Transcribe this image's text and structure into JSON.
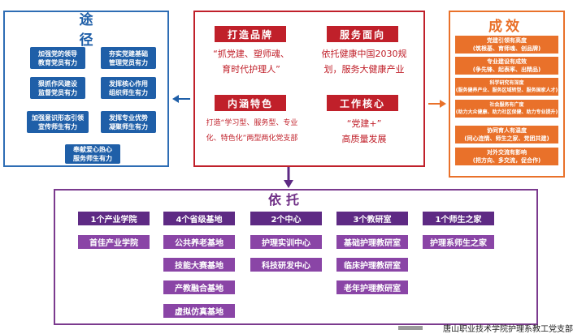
{
  "left": {
    "title": "途径",
    "items": [
      "加强党的领导\n教育党员有力",
      "夯实党建基础\n管理党员有力",
      "狠抓作风建设\n监督党员有力",
      "发挥核心作用\n组织师生有力",
      "加强意识形态引领\n宣传师生有力",
      "发挥专业优势\n凝聚师生有力",
      "奉献爱心热心\n服务师生有力"
    ]
  },
  "center": {
    "blocks": [
      {
        "title": "打造品牌",
        "text": "“抓党建、塑师魂、\n育时代护理人”"
      },
      {
        "title": "服务面向",
        "text": "依托健康中国2030规\n划，服务大健康产业"
      },
      {
        "title": "内涵特色",
        "text": "打造“学习型、服务型、专业\n化、特色化”两型两化党支部"
      },
      {
        "title": "工作核心",
        "text": "“党建+”\n高质量发展"
      }
    ]
  },
  "right": {
    "title": "成效",
    "items": [
      "党建引领有高度\n(筑根基、育师魂、创品牌)",
      "专业建设有成效\n(争先锋、起表率、出精品)",
      "科学研究有深度\n(服务健养产业、服务区域转型、服务国家人才)",
      "社会服务有广度\n(助力大众健康、助力社区保健、助力专业提升)",
      "协同育人有温度\n(同心连情、师生之家、党团共建)",
      "对外交流有影响\n(把方向、多交流，促合作)"
    ]
  },
  "bottom": {
    "title": "依托",
    "columns": [
      {
        "head": "1个产业学院",
        "items": [
          "首佳产业学院"
        ]
      },
      {
        "head": "4个省级基地",
        "items": [
          "公共养老基地",
          "技能大赛基地",
          "产教融合基地",
          "虚拟仿真基地"
        ]
      },
      {
        "head": "2个中心",
        "items": [
          "护理实训中心",
          "科技研发中心"
        ]
      },
      {
        "head": "3个教研室",
        "items": [
          "基础护理教研室",
          "临床护理教研室",
          "老年护理教研室"
        ]
      },
      {
        "head": "1个师生之家",
        "items": [
          "护理系师生之家"
        ]
      }
    ]
  },
  "footer": "唐山职业技术学院护理系教工党支部",
  "colors": {
    "blue": "#1f5fa8",
    "red": "#c0202a",
    "orange": "#e9712a",
    "purple": "#5e2a84",
    "purple_light": "#8a45a6"
  }
}
